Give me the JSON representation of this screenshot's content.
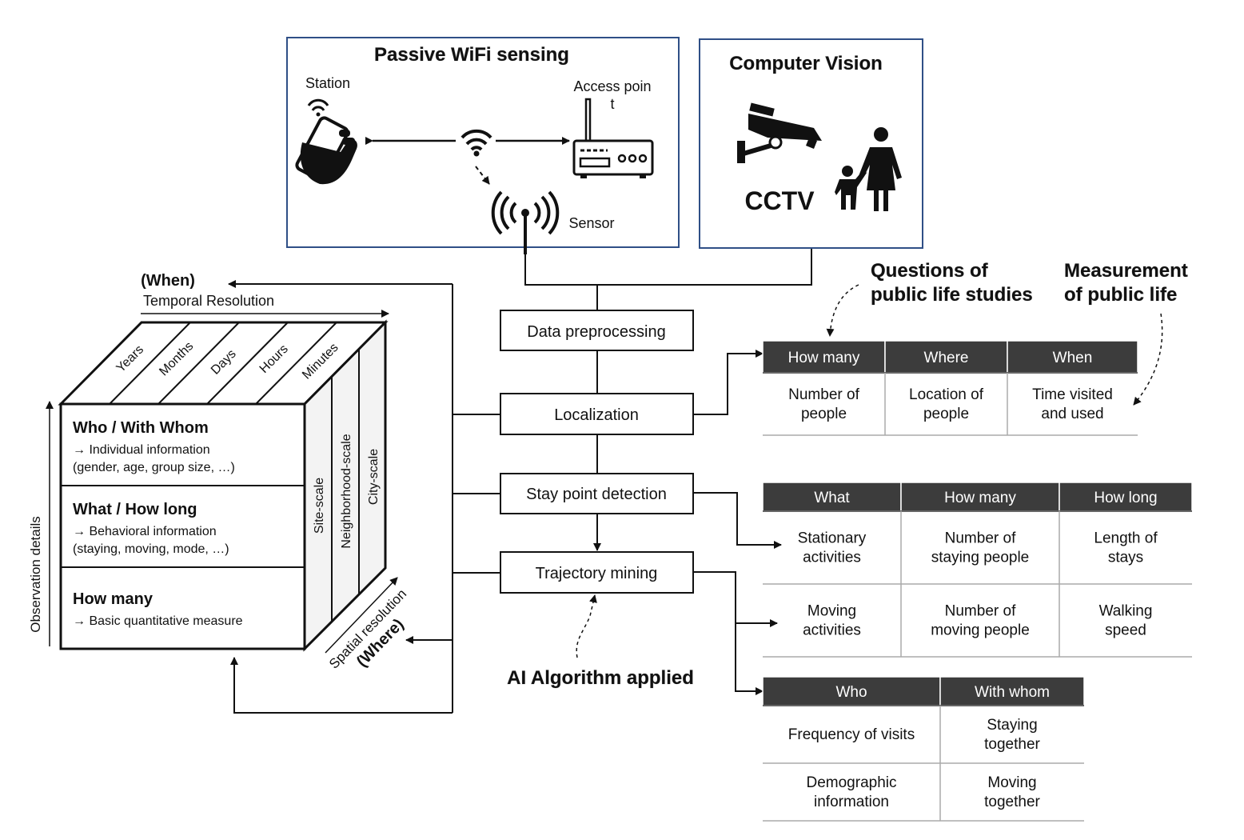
{
  "wifi": {
    "title": "Passive WiFi sensing",
    "station": "Station",
    "access_point_1": "Access poin",
    "access_point_2": "t",
    "sensor": "Sensor"
  },
  "cv": {
    "title": "Computer Vision",
    "cctv": "CCTV"
  },
  "pipeline": {
    "preprocessing": "Data preprocessing",
    "localization": "Localization",
    "stay_point": "Stay point detection",
    "trajectory": "Trajectory mining",
    "ai_note": "AI Algorithm applied"
  },
  "annotations": {
    "questions_1": "Questions of",
    "questions_2": "public life studies",
    "measurement_1": "Measurement",
    "measurement_2": "of public life"
  },
  "table1": {
    "headers": [
      "How many",
      "Where",
      "When"
    ],
    "rows": [
      [
        [
          "Number of",
          "people"
        ],
        [
          "Location of",
          "people"
        ],
        [
          "Time visited",
          "and used"
        ]
      ]
    ]
  },
  "table2": {
    "headers": [
      "What",
      "How many",
      "How long"
    ],
    "rows": [
      [
        [
          "Stationary",
          "activities"
        ],
        [
          "Number of",
          "staying people"
        ],
        [
          "Length of",
          "stays"
        ]
      ],
      [
        [
          "Moving",
          "activities"
        ],
        [
          "Number of",
          "moving people"
        ],
        [
          "Walking",
          "speed"
        ]
      ]
    ]
  },
  "table3": {
    "headers": [
      "Who",
      "With whom"
    ],
    "rows": [
      [
        [
          "Frequency of visits"
        ],
        [
          "Staying",
          "together"
        ]
      ],
      [
        [
          "Demographic",
          "information"
        ],
        [
          "Moving",
          "together"
        ]
      ]
    ]
  },
  "cube": {
    "when": "(When)",
    "temporal": "Temporal Resolution",
    "time_units": [
      "Years",
      "Months",
      "Days",
      "Hours",
      "Minutes"
    ],
    "spatial_units": [
      "Site-scale",
      "Neighborhood-scale",
      "City-scale"
    ],
    "observation": "Observation details",
    "spatial_resolution": "Spatial resolution",
    "where": "(Where)",
    "rows": [
      {
        "title": "Who / With Whom",
        "line1": "→ Individual information",
        "line2": "(gender, age, group size, …)"
      },
      {
        "title": "What / How long",
        "line1": "→ Behavioral information",
        "line2": "(staying, moving, mode, …)"
      },
      {
        "title": "How many",
        "line1": "→ Basic quantitative measure",
        "line2": ""
      }
    ]
  },
  "colors": {
    "header_bg": "#3c3c3c",
    "panel_border": "#2f4f86",
    "ink": "#111111"
  }
}
